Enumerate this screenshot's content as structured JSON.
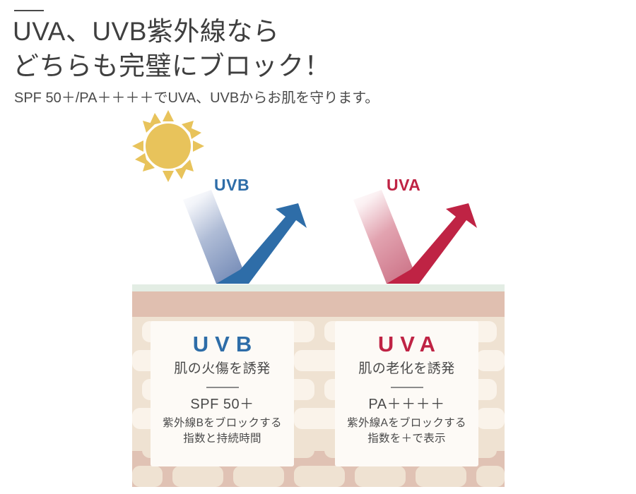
{
  "header": {
    "title": "UVA、UVB紫外線なら\nどちらも完璧にブロック！",
    "subtitle": "SPF 50＋/PA＋＋＋＋でUVA、UVBからお肌を守ります。"
  },
  "diagram": {
    "sun_icon": "sun-icon",
    "rays": [
      {
        "key": "uvb",
        "label": "UVB",
        "color": "#2E6DA8"
      },
      {
        "key": "uva",
        "label": "UVA",
        "color": "#BF2344"
      }
    ],
    "cards": [
      {
        "key": "uvb",
        "code": "UVB",
        "effect": "肌の火傷を誘発",
        "index": "SPF 50＋",
        "note": "紫外線Bをブロックする\n指数と持続時間",
        "color": "#2E6DA8"
      },
      {
        "key": "uva",
        "code": "UVA",
        "effect": "肌の老化を誘発",
        "index": "PA＋＋＋＋",
        "note": "紫外線Aをブロックする\n指数を＋で表示",
        "color": "#BF2344"
      }
    ],
    "skin_layers": [
      {
        "name": "surface",
        "color": "#E3EDE4"
      },
      {
        "name": "epidermis",
        "color": "#E0BFB0"
      },
      {
        "name": "dermis",
        "color": "#EFE2D2"
      },
      {
        "name": "hypodermis",
        "color": "#E0C2B4"
      }
    ],
    "colors": {
      "sun": "#E8C35B",
      "cell_light": "#FAF3EA",
      "cell_mid": "#EFE2D2",
      "card_bg": "#FDFAF6"
    }
  }
}
